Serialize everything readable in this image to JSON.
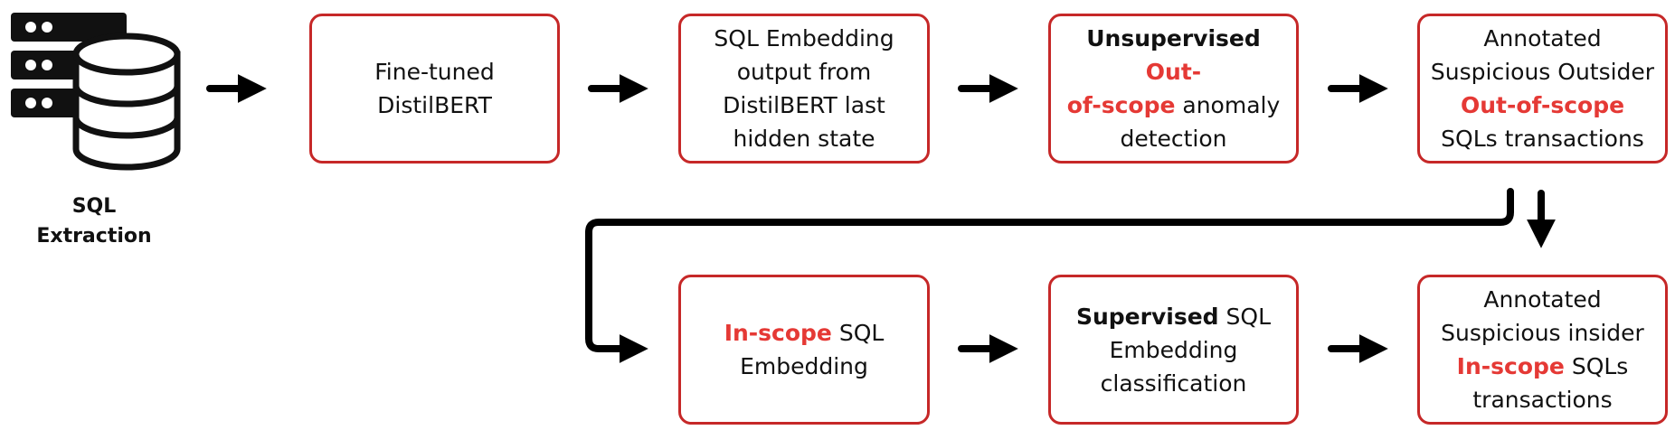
{
  "source": {
    "label_line1": "SQL",
    "label_line2": "Extraction",
    "icon": "database-server-icon"
  },
  "nodes": {
    "finetuned": {
      "lines": [
        "Fine-tuned",
        "DistilBERT"
      ]
    },
    "embedding_output": {
      "lines": [
        "SQL Embedding",
        "output from",
        "DistilBERT last",
        "hidden state"
      ]
    },
    "unsupervised": {
      "bold": "Unsupervised",
      "red1": "Out-",
      "red2": "of-scope",
      "rest": " anomaly",
      "line3": "detection"
    },
    "outsider": {
      "line1": "Annotated",
      "line2": "Suspicious Outsider",
      "red": "Out-of-scope",
      "line4": "SQLs transactions"
    },
    "inscope": {
      "red": "In-scope",
      "rest": " SQL",
      "line2": "Embedding"
    },
    "supervised": {
      "bold": "Supervised",
      "rest": " SQL",
      "line2": "Embedding",
      "line3": "classification"
    },
    "insider": {
      "line1": "Annotated",
      "line2": "Suspicious insider",
      "red": "In-scope",
      "rest": " SQLs",
      "line4": "transactions"
    }
  },
  "colors": {
    "border": "#c62828",
    "highlight": "#e53935",
    "arrow": "#000000"
  }
}
